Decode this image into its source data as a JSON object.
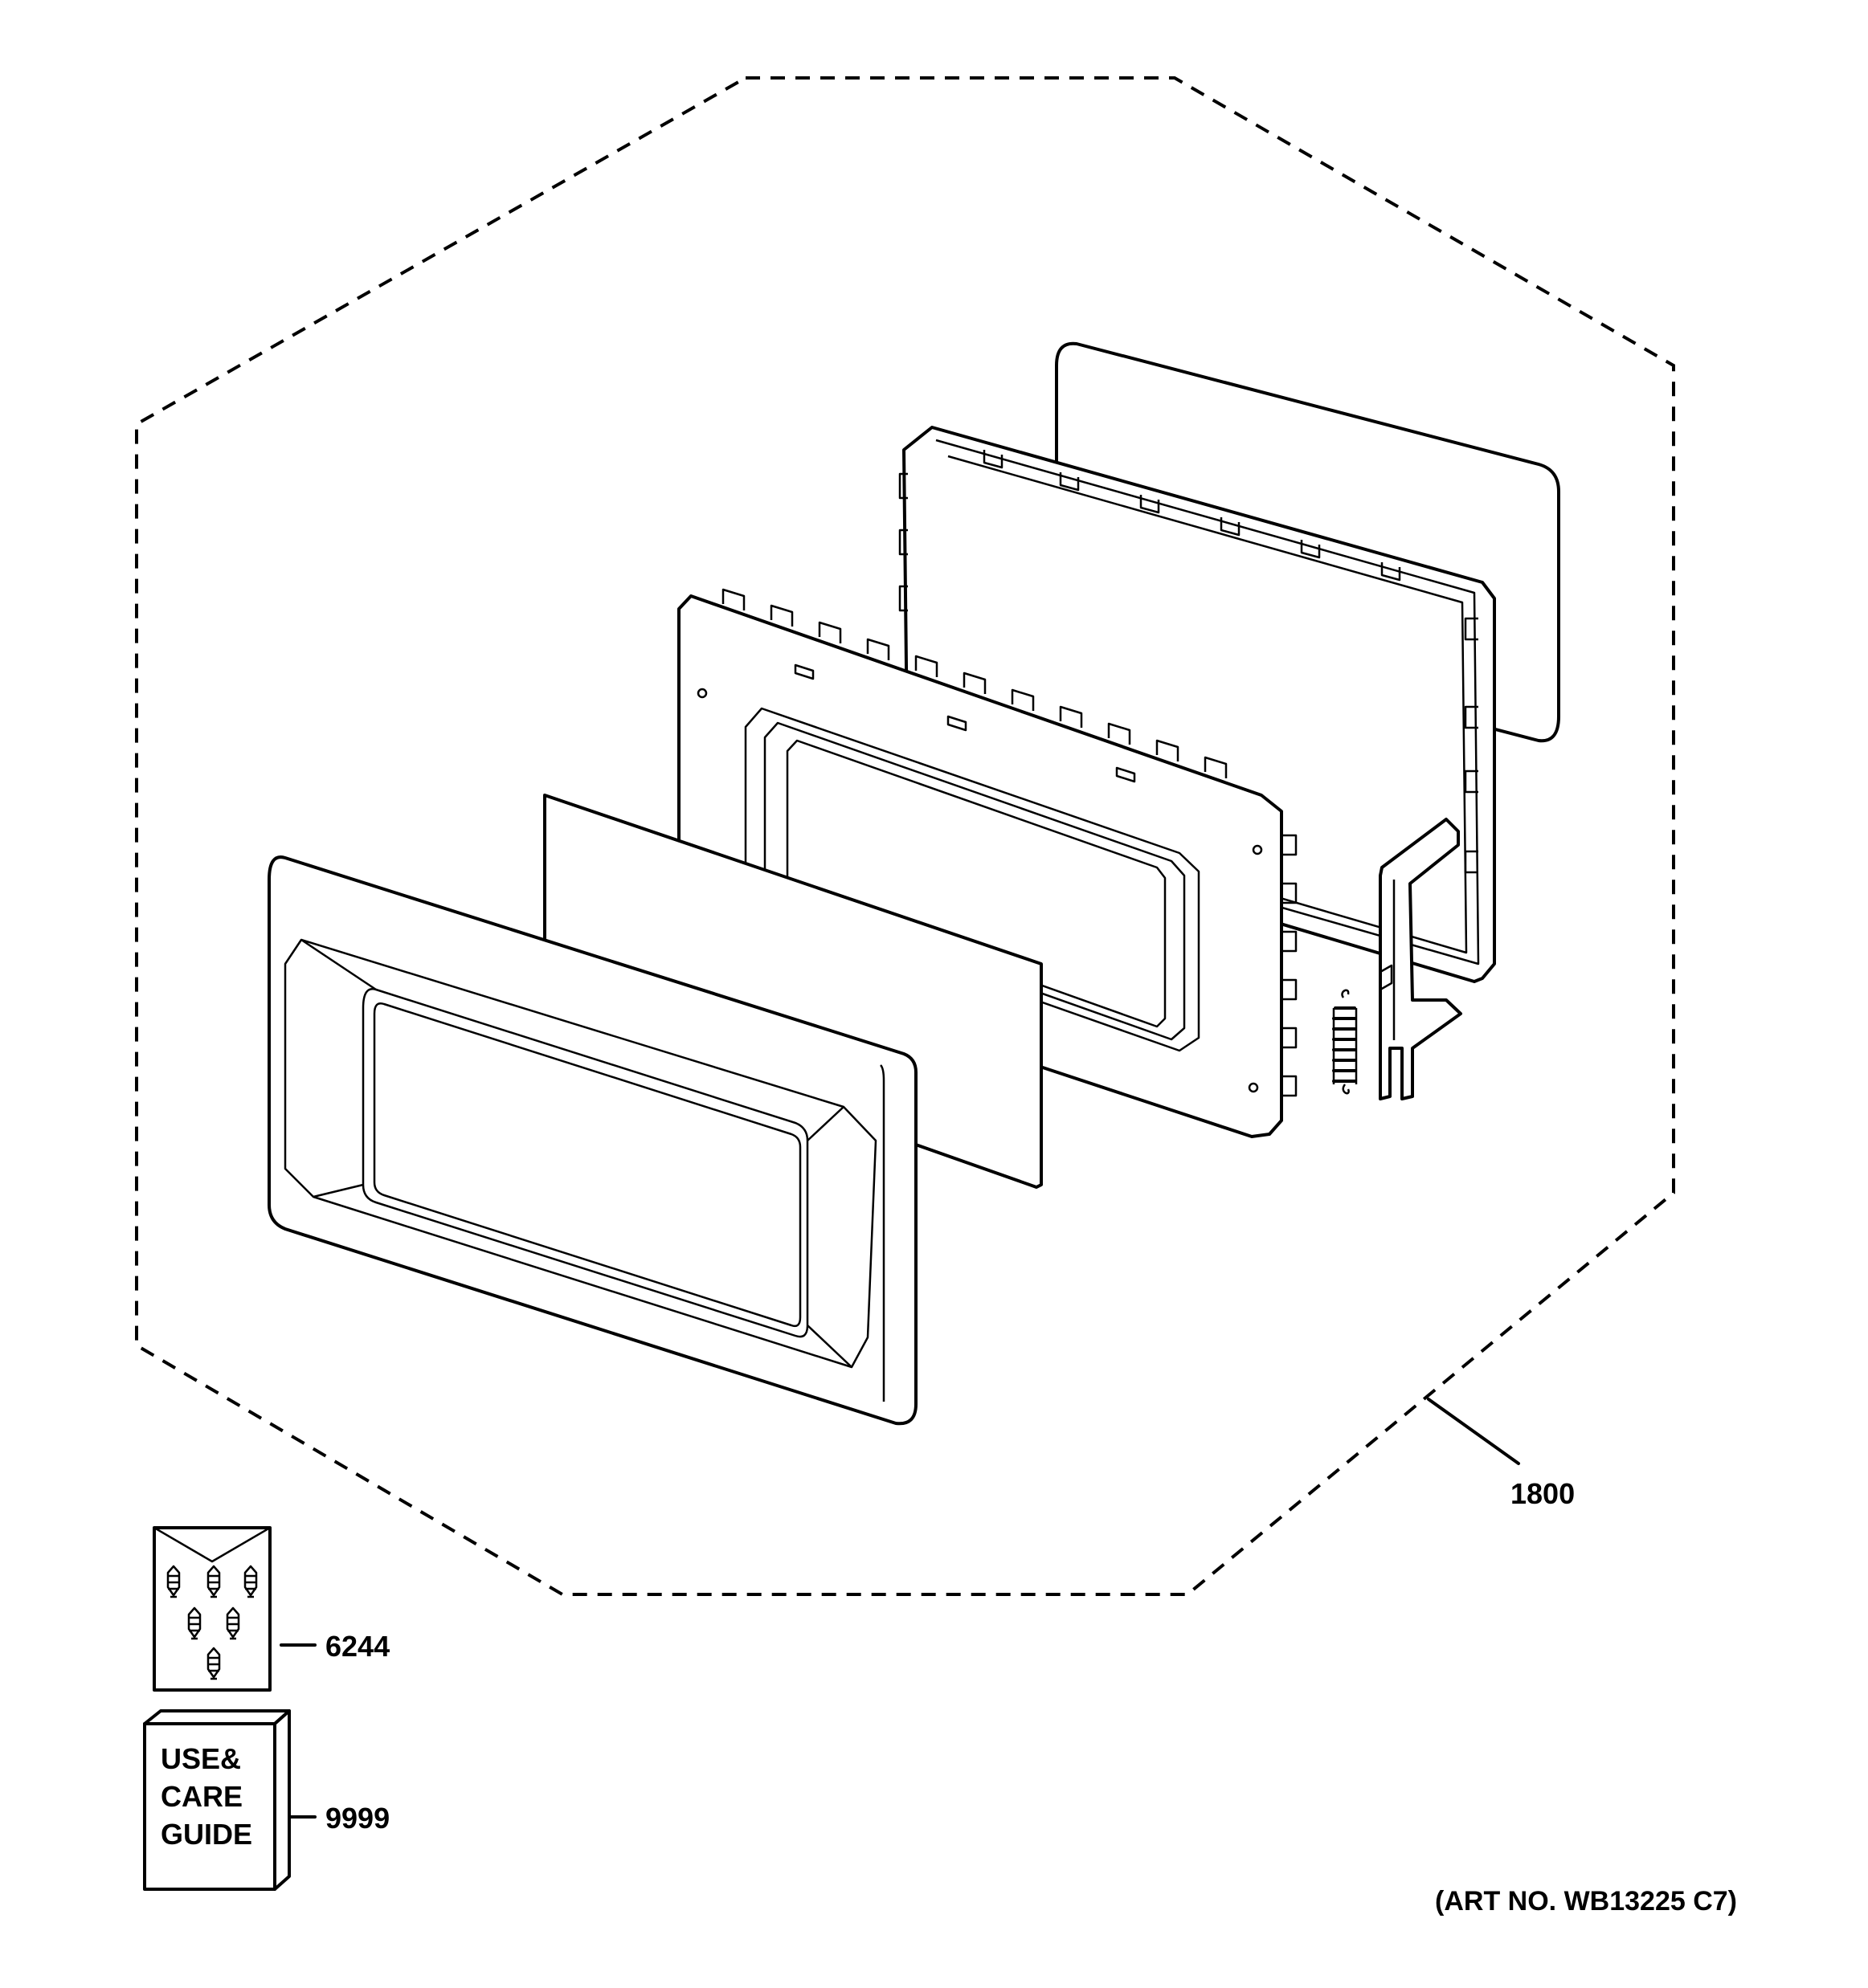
{
  "callouts": {
    "door_assembly": "1800",
    "screw_kit": "6244",
    "manual": "9999"
  },
  "manual_cover": {
    "line1": "USE&",
    "line2": "CARE",
    "line3": "GUIDE"
  },
  "art_number": "(ART NO. WB13225 C7)"
}
